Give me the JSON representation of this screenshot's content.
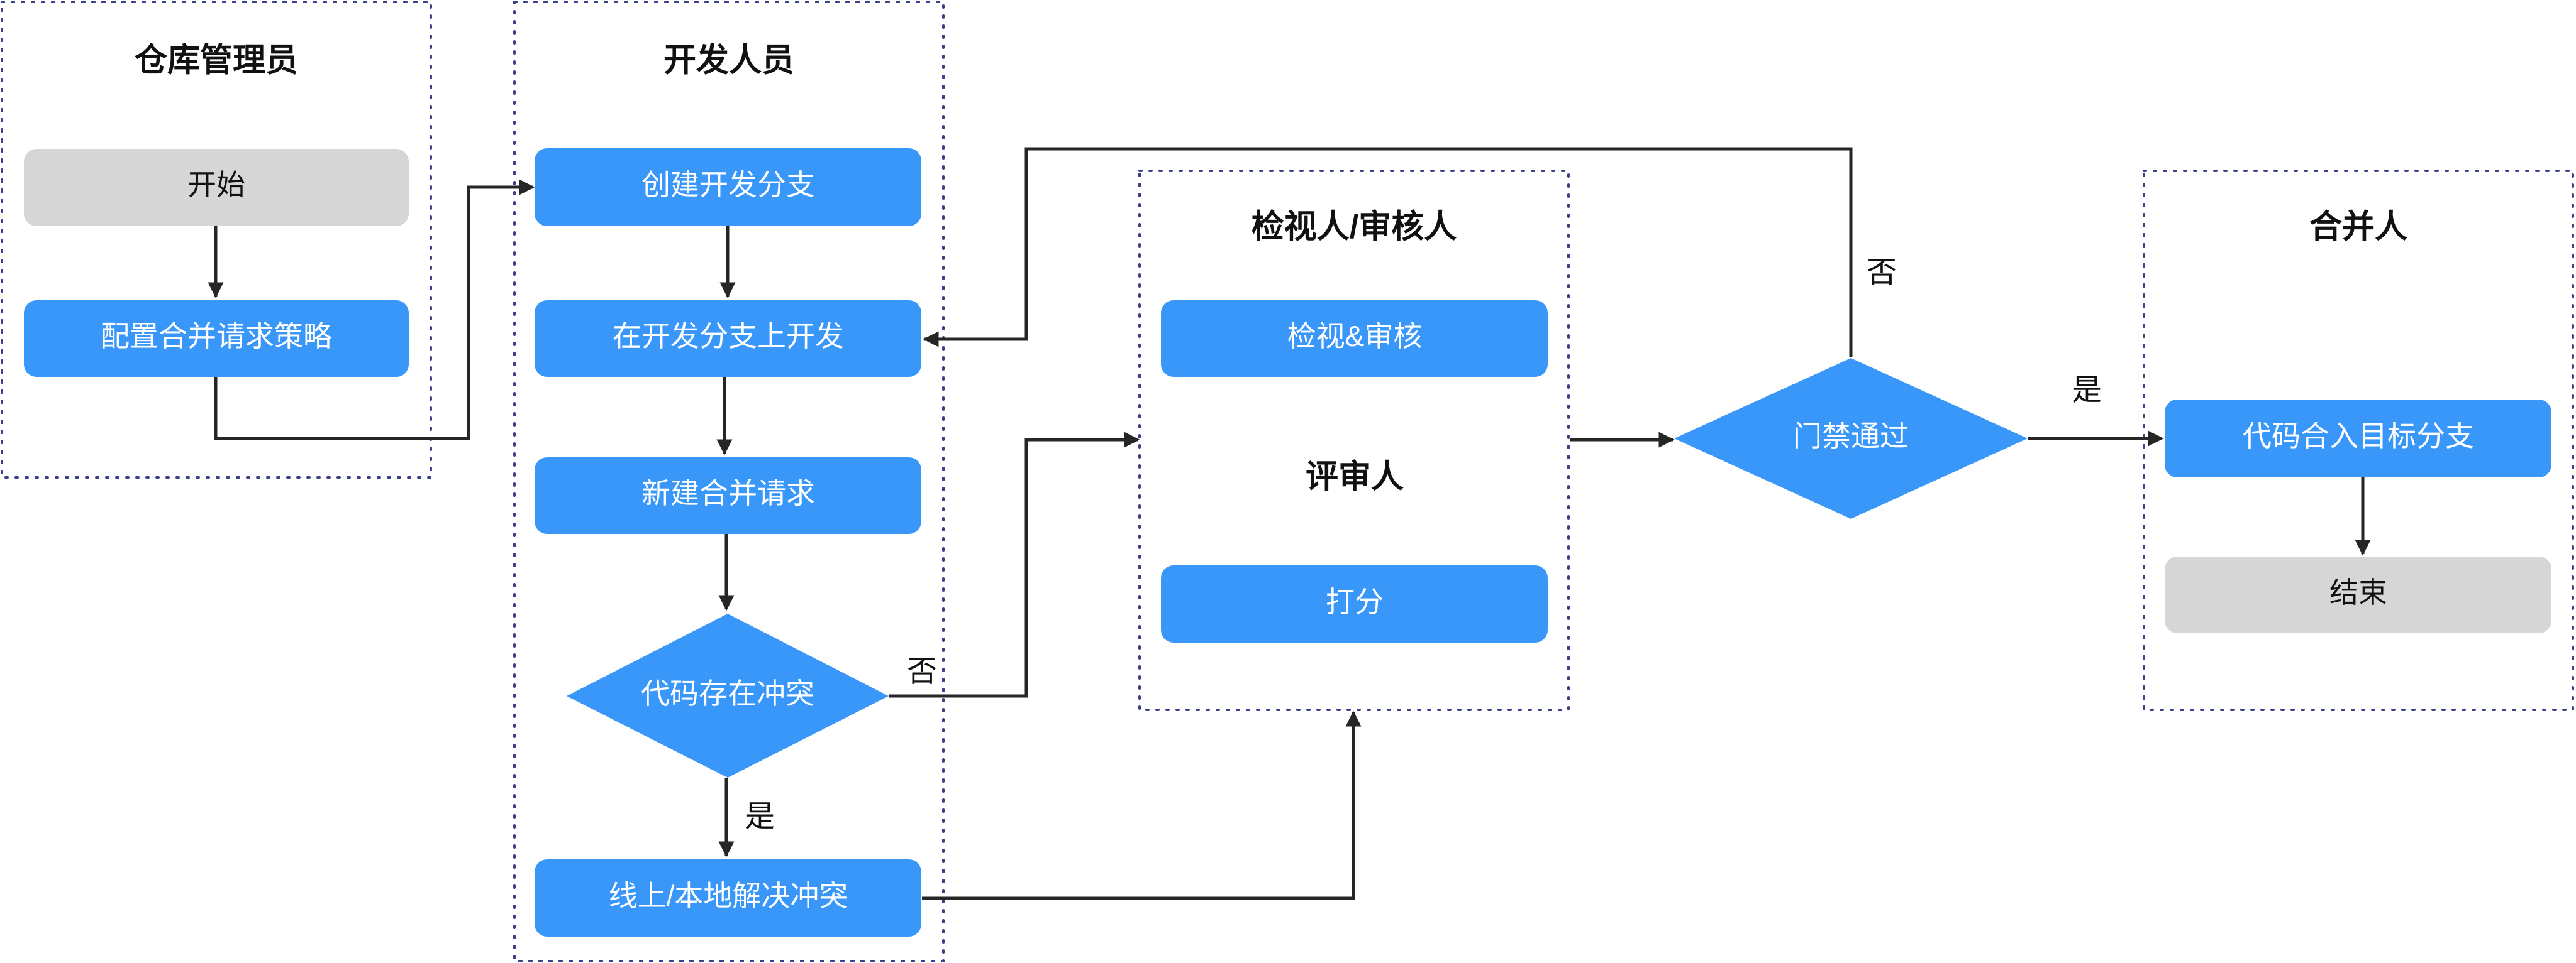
{
  "lanes": {
    "repo_admin": "仓库管理员",
    "developer": "开发人员",
    "reviewer": "检视人/审核人",
    "merger": "合并人"
  },
  "nodes": {
    "start": "开始",
    "config_policy": "配置合并请求策略",
    "create_branch": "创建开发分支",
    "develop_on_branch": "在开发分支上开发",
    "new_merge_request": "新建合并请求",
    "conflict_check": "代码存在冲突",
    "resolve_conflict": "线上/本地解决冲突",
    "review_audit": "检视&审核",
    "scorer_title": "评审人",
    "score": "打分",
    "gate_check": "门禁通过",
    "merge_target": "代码合入目标分支",
    "end": "结束"
  },
  "edge_labels": {
    "conflict_no": "否",
    "conflict_yes": "是",
    "gate_no": "否",
    "gate_yes": "是"
  },
  "colors": {
    "process": "#3a97fa",
    "terminal": "#d6d6d6",
    "lane_border": "#3a3f8a",
    "edge": "#262626"
  }
}
